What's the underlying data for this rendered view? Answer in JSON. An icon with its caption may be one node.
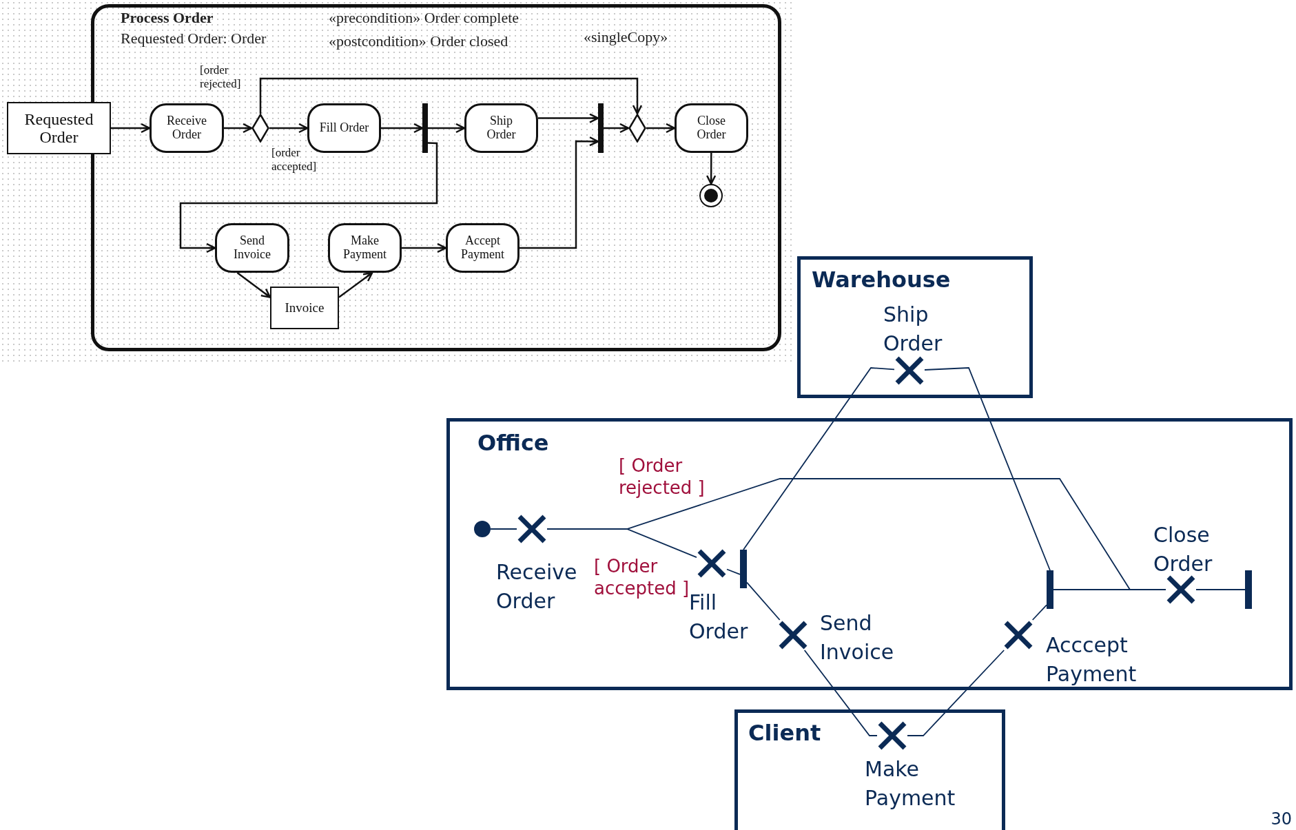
{
  "diagram": {
    "nodes": [
      {
        "text": [
          "Process Order",
          "Requested Order: Order",
          "«precondition» Order complete",
          "«postcondition» Order closed",
          "«singleCopy»"
        ]
      },
      {
        "text": [
          "Requested Order"
        ]
      },
      {
        "text": [
          "Receive Order"
        ],
        "in": 0
      },
      {
        "text": [],
        "shape": "diamond",
        "in": 0
      },
      {
        "text": [
          "Fill Order"
        ],
        "in": 0
      },
      {
        "text": [],
        "shape": "bar",
        "in": 0
      },
      {
        "text": [
          "Ship Order"
        ],
        "in": 0
      },
      {
        "text": [],
        "shape": "bar",
        "in": 0
      },
      {
        "text": [],
        "shape": "diamond",
        "in": 0
      },
      {
        "text": [
          "Close Order"
        ],
        "in": 0
      },
      {
        "text": [],
        "shape": "circle",
        "in": 0
      },
      {
        "text": [
          "Send Invoice"
        ],
        "in": 0
      },
      {
        "text": [
          "Invoice"
        ],
        "in": 0
      },
      {
        "text": [
          "Make Payment"
        ],
        "in": 0
      },
      {
        "text": [
          "Accept Payment"
        ],
        "in": 0
      },
      {
        "text": [
          "Warehouse"
        ]
      },
      {
        "text": [],
        "shape": "cross",
        "in": 15,
        "beside": [
          "Ship Order"
        ]
      },
      {
        "text": [
          "Office"
        ]
      },
      {
        "text": [],
        "shape": "circle",
        "in": 17
      },
      {
        "text": [],
        "shape": "cross",
        "in": 17,
        "beside": [
          "Receive Order"
        ]
      },
      {
        "text": [],
        "shape": "cross",
        "in": 17,
        "beside": [
          "Fill Order"
        ]
      },
      {
        "text": [],
        "shape": "bar",
        "in": 17
      },
      {
        "text": [],
        "shape": "cross",
        "in": 17,
        "beside": [
          "Send Invoice"
        ]
      },
      {
        "text": [],
        "shape": "cross",
        "in": 17,
        "beside": [
          "Acccept Payment"
        ]
      },
      {
        "text": [],
        "shape": "bar",
        "in": 17
      },
      {
        "text": [],
        "shape": "cross",
        "in": 17,
        "beside": [
          "Close Order"
        ]
      },
      {
        "text": [],
        "shape": "bar",
        "in": 17
      },
      {
        "text": [
          "Client"
        ]
      },
      {
        "text": [],
        "shape": "cross",
        "in": 27,
        "beside": [
          "Make Payment"
        ]
      }
    ],
    "edges": [
      {
        "from": 1,
        "to": 2,
        "arrow": "to"
      },
      {
        "from": 2,
        "to": 3,
        "arrow": "to"
      },
      {
        "from": 3,
        "to": 4,
        "arrow": "to",
        "label": "[order accepted]"
      },
      {
        "from": 3,
        "to": 8,
        "arrow": "to",
        "label": "[order rejected]"
      },
      {
        "from": 4,
        "to": 5,
        "arrow": "to"
      },
      {
        "from": 5,
        "to": 6,
        "arrow": "to"
      },
      {
        "from": 5,
        "to": 11,
        "arrow": "to"
      },
      {
        "from": 6,
        "to": 7,
        "arrow": "to"
      },
      {
        "from": 14,
        "to": 7,
        "arrow": "to"
      },
      {
        "from": 7,
        "to": 8,
        "arrow": "to"
      },
      {
        "from": 8,
        "to": 9,
        "arrow": "to"
      },
      {
        "from": 9,
        "to": 10,
        "arrow": "to"
      },
      {
        "from": 11,
        "to": 12,
        "arrow": "to"
      },
      {
        "from": 12,
        "to": 13,
        "arrow": "to"
      },
      {
        "from": 13,
        "to": 14,
        "arrow": "to"
      },
      {
        "from": 18,
        "to": 19,
        "arrow": "none",
        "color": "#0b2a55"
      },
      {
        "from": 19,
        "to": 20,
        "arrow": "none",
        "color": "#0b2a55",
        "label": "[ Order accepted ]"
      },
      {
        "from": 19,
        "to": 25,
        "arrow": "none",
        "color": "#0b2a55",
        "label": "[ Order rejected ]"
      },
      {
        "from": 20,
        "to": 21,
        "arrow": "none",
        "color": "#0b2a55"
      },
      {
        "from": 21,
        "to": 16,
        "arrow": "none",
        "color": "#0b2a55"
      },
      {
        "from": 21,
        "to": 22,
        "arrow": "none",
        "color": "#0b2a55"
      },
      {
        "from": 16,
        "to": 24,
        "arrow": "none",
        "color": "#0b2a55"
      },
      {
        "from": 22,
        "to": 28,
        "arrow": "none",
        "color": "#0b2a55"
      },
      {
        "from": 28,
        "to": 23,
        "arrow": "none",
        "color": "#0b2a55"
      },
      {
        "from": 23,
        "to": 24,
        "arrow": "none",
        "color": "#0b2a55"
      },
      {
        "from": 24,
        "to": 25,
        "arrow": "none",
        "color": "#0b2a55"
      },
      {
        "from": 25,
        "to": 26,
        "arrow": "none",
        "color": "#0b2a55"
      }
    ],
    "labels": [
      "30"
    ]
  }
}
